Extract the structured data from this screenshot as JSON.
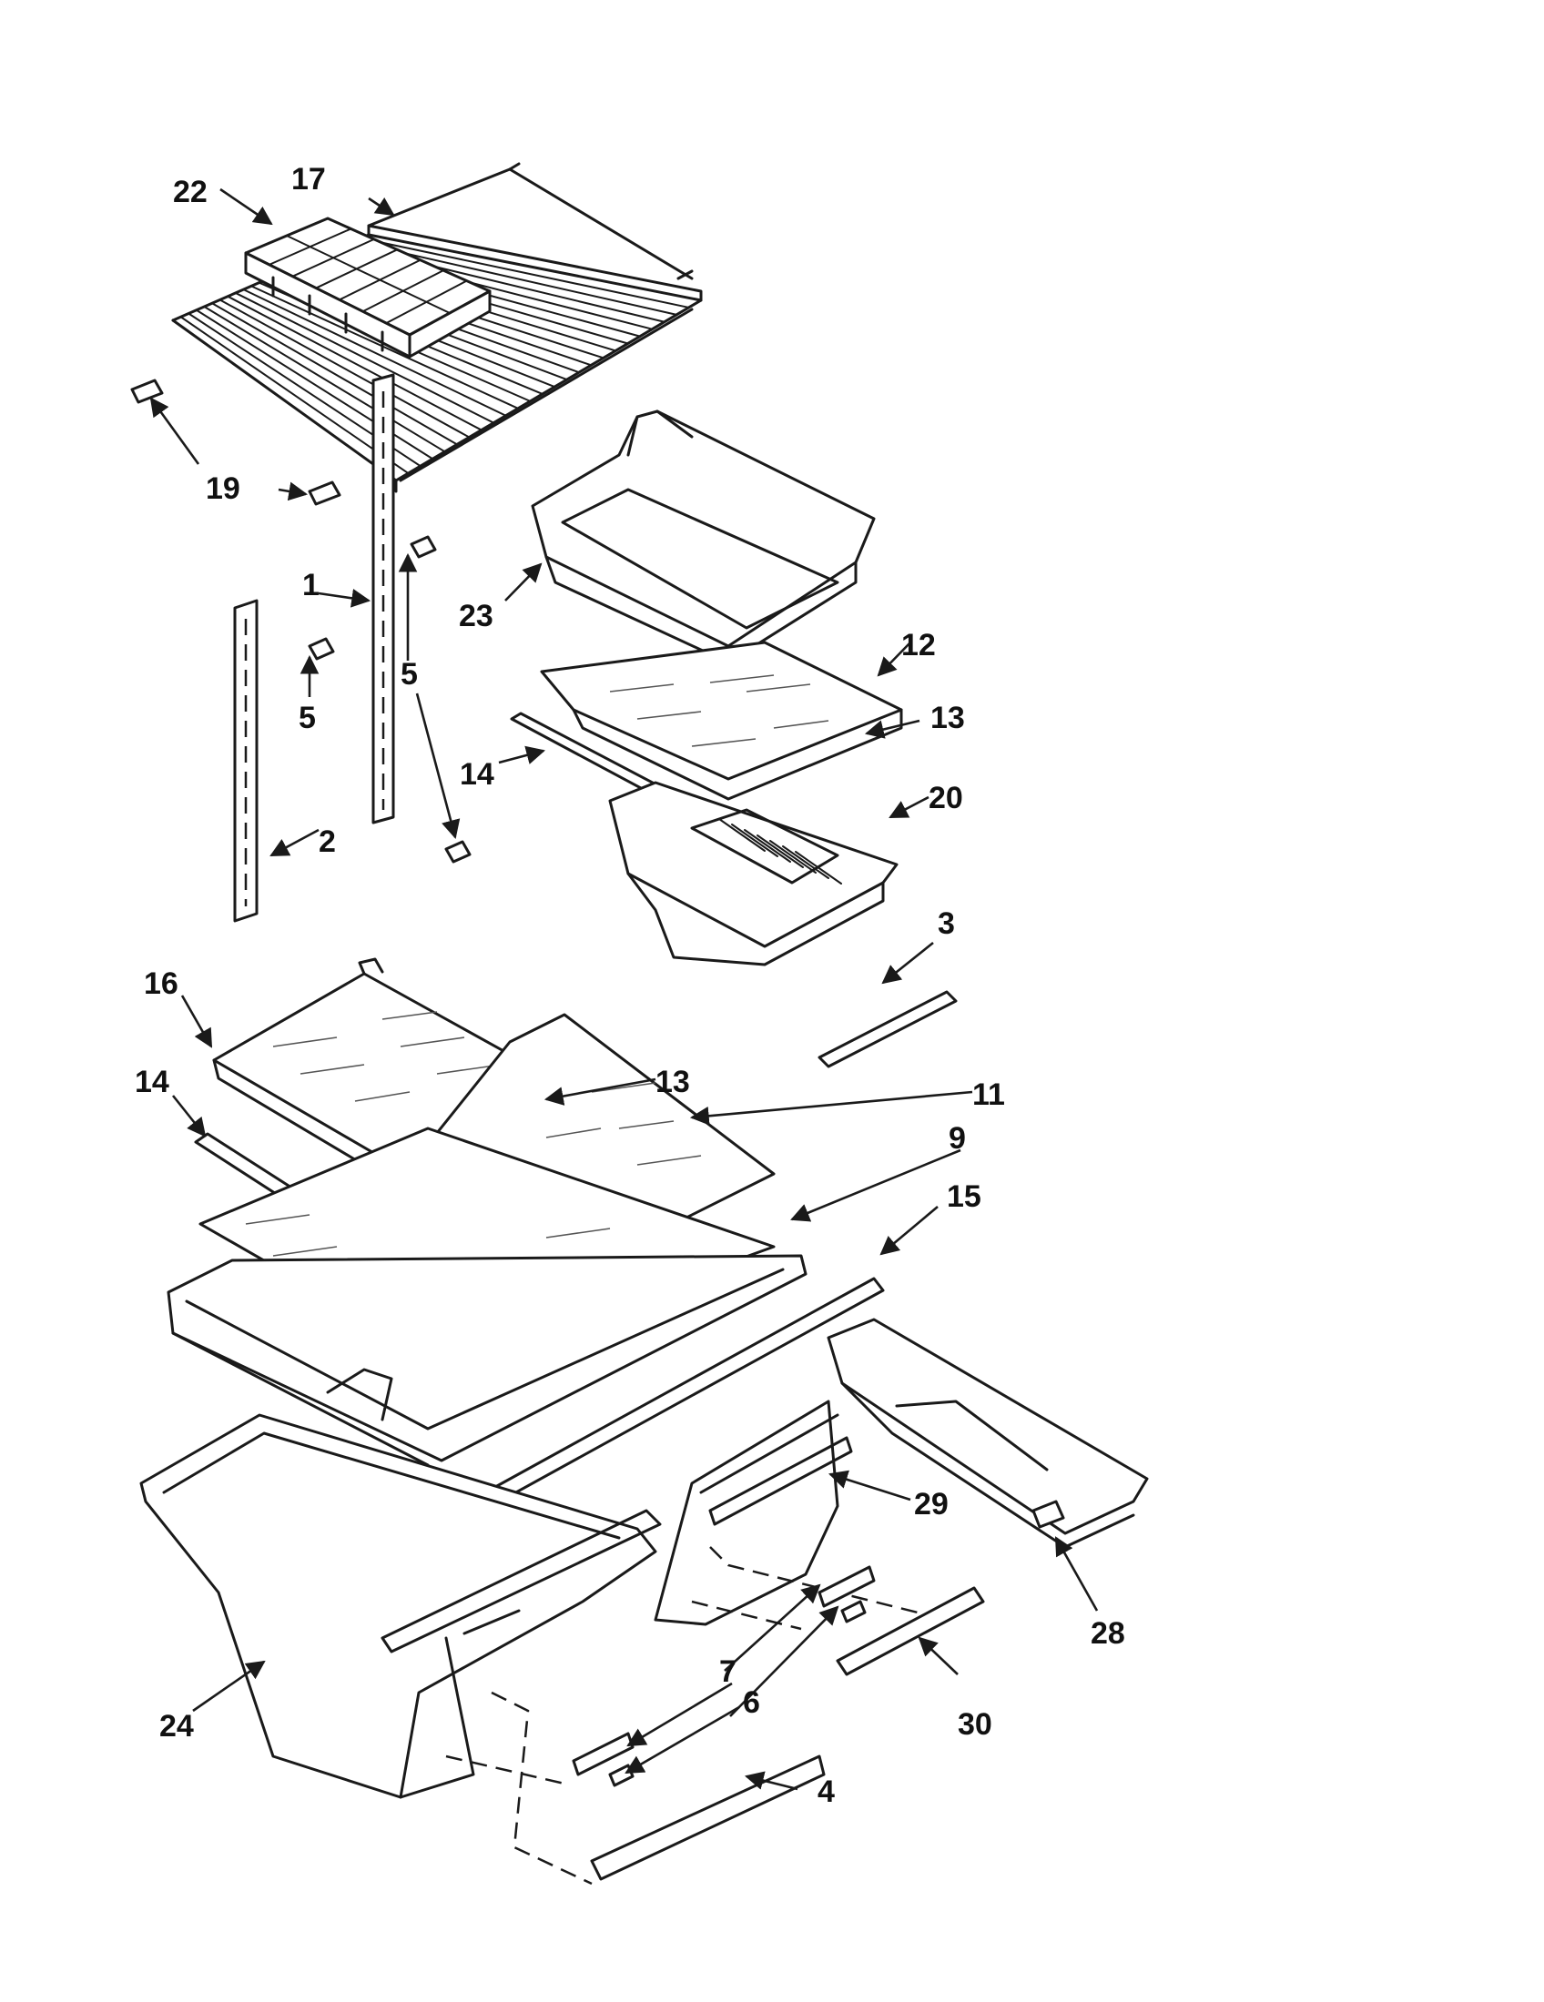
{
  "callouts": [
    {
      "id": "1",
      "label": "1"
    },
    {
      "id": "2",
      "label": "2"
    },
    {
      "id": "3",
      "label": "3"
    },
    {
      "id": "4",
      "label": "4"
    },
    {
      "id": "5a",
      "label": "5"
    },
    {
      "id": "5b",
      "label": "5"
    },
    {
      "id": "6",
      "label": "6"
    },
    {
      "id": "7",
      "label": "7"
    },
    {
      "id": "9",
      "label": "9"
    },
    {
      "id": "11",
      "label": "11"
    },
    {
      "id": "12",
      "label": "12"
    },
    {
      "id": "13a",
      "label": "13"
    },
    {
      "id": "13b",
      "label": "13"
    },
    {
      "id": "14a",
      "label": "14"
    },
    {
      "id": "14b",
      "label": "14"
    },
    {
      "id": "15",
      "label": "15"
    },
    {
      "id": "16",
      "label": "16"
    },
    {
      "id": "17",
      "label": "17"
    },
    {
      "id": "19",
      "label": "19"
    },
    {
      "id": "20",
      "label": "20"
    },
    {
      "id": "22",
      "label": "22"
    },
    {
      "id": "23",
      "label": "23"
    },
    {
      "id": "24",
      "label": "24"
    },
    {
      "id": "28",
      "label": "28"
    },
    {
      "id": "29",
      "label": "29"
    },
    {
      "id": "30",
      "label": "30"
    }
  ]
}
